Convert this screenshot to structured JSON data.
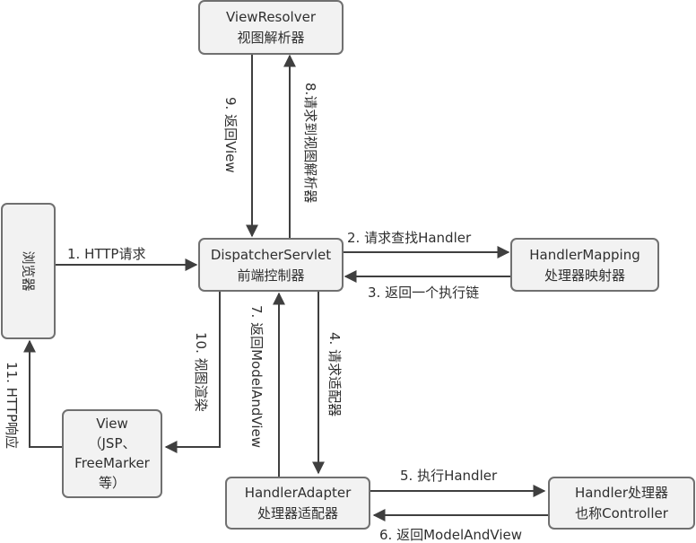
{
  "nodes": {
    "view_resolver": {
      "line1": "ViewResolver",
      "line2": "视图解析器"
    },
    "browser": {
      "label": "浏览器"
    },
    "dispatcher": {
      "line1": "DispatcherServlet",
      "line2": "前端控制器"
    },
    "handler_mapping": {
      "line1": "HandlerMapping",
      "line2": "处理器映射器"
    },
    "view": {
      "line1": "View",
      "line2": "（JSP、",
      "line3": "FreeMarker",
      "line4": "等）"
    },
    "handler_adapter": {
      "line1": "HandlerAdapter",
      "line2": "处理器适配器"
    },
    "handler": {
      "line1": "Handler处理器",
      "line2": "也称Controller"
    }
  },
  "edges": {
    "e1": "1. HTTP请求",
    "e2": "2. 请求查找Handler",
    "e3": "3. 返回一个执行链",
    "e4": "4. 请求适配器",
    "e5": "5. 执行Handler",
    "e6": "6. 返回ModelAndView",
    "e7": "7. 返回ModelAndView",
    "e8": "8.请求到视图解析器",
    "e9": "9. 返回View",
    "e10": "10. 视图渲染",
    "e11": "11. HTTP响应"
  }
}
